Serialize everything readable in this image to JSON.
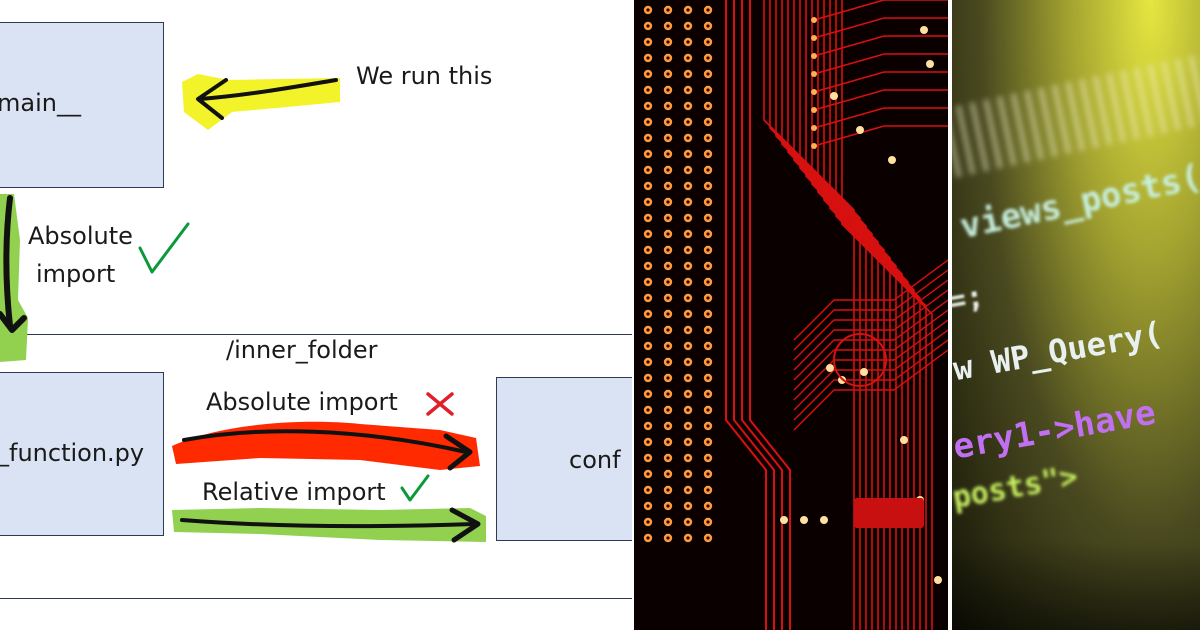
{
  "diagram": {
    "main_box_label": "main__",
    "we_run_this": "We run this",
    "absolute_import_top_line1": "Absolute",
    "absolute_import_top_line2": "import",
    "folder_label": "/inner_folder",
    "function_box_label": "_function.py",
    "absolute_import_label": "Absolute import",
    "relative_import_label": "Relative import",
    "config_box_label": "conf"
  },
  "code_panel": {
    "lines": [
      "views_posts(",
      "=;",
      "w WP_Query(",
      "ery1->have",
      "posts\">"
    ]
  },
  "colors": {
    "box_fill": "#dae3f3",
    "highlight_yellow": "#f2f21e",
    "highlight_green": "#92d050",
    "highlight_red": "#ff2a00",
    "check_green": "#0a9a3a",
    "cross_red": "#e0202a",
    "pcb_trace": "#d81010",
    "pcb_background": "#0b0000"
  }
}
